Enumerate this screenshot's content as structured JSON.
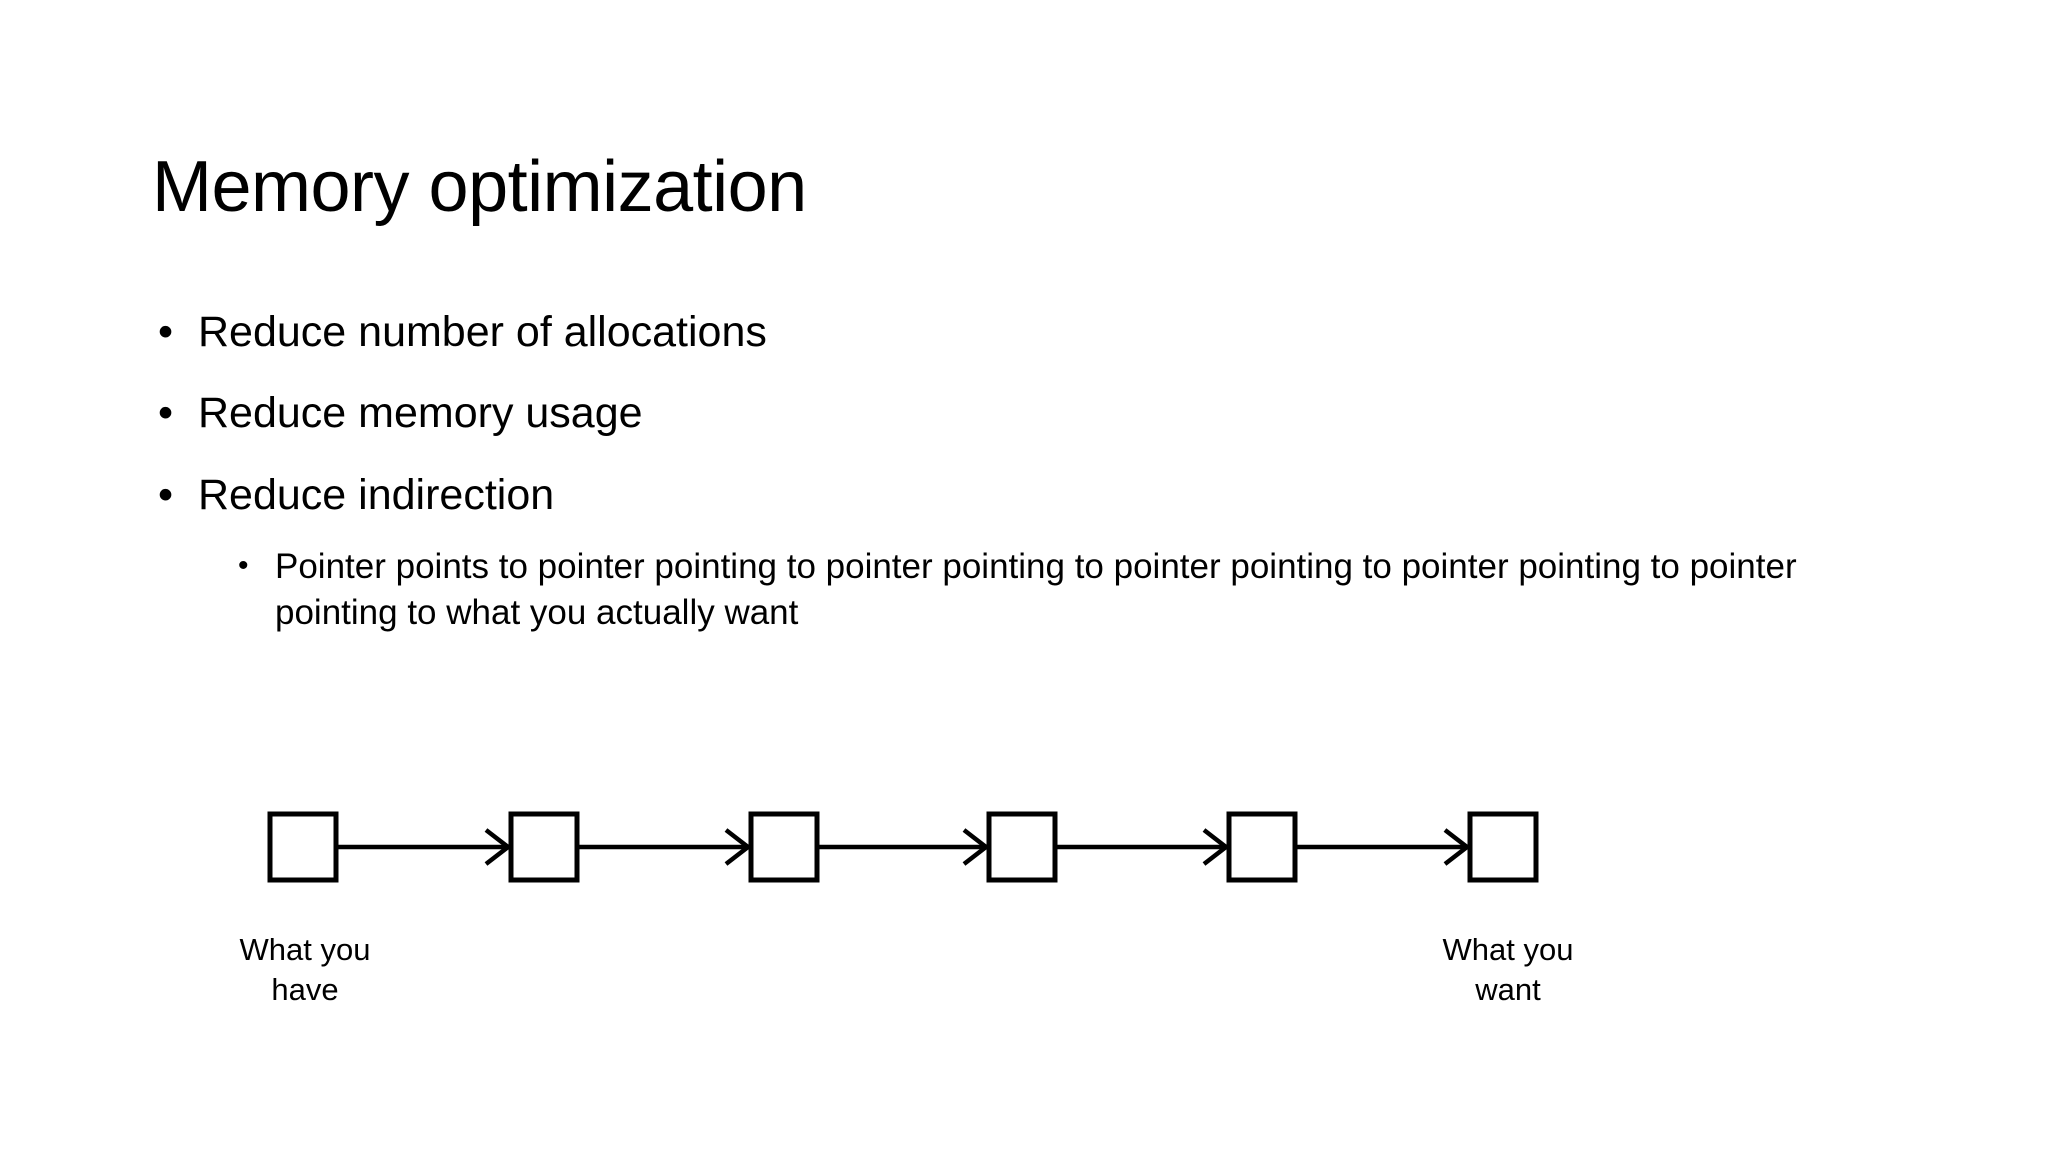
{
  "slide": {
    "title": "Memory optimization",
    "bullet_marker": "•",
    "bullets": [
      {
        "level": 1,
        "text": "Reduce number of allocations"
      },
      {
        "level": 1,
        "text": "Reduce memory usage"
      },
      {
        "level": 1,
        "text": "Reduce indirection"
      },
      {
        "level": 2,
        "text": "Pointer points to pointer pointing to pointer pointing to pointer pointing to pointer pointing to pointer pointing to what you actually want"
      }
    ],
    "diagram": {
      "type": "pointer-chain",
      "node_count": 6,
      "node_labels": [
        "",
        "",
        "",
        "",
        "",
        ""
      ],
      "arrow_direction": "right",
      "captions": {
        "left": {
          "line1": "What you",
          "line2": "have"
        },
        "right": {
          "line1": "What you",
          "line2": "want"
        }
      },
      "colors": {
        "node_fill": "#ffffff",
        "node_stroke": "#000000",
        "arrow": "#000000",
        "background": "#ffffff",
        "text": "#000000"
      }
    }
  }
}
